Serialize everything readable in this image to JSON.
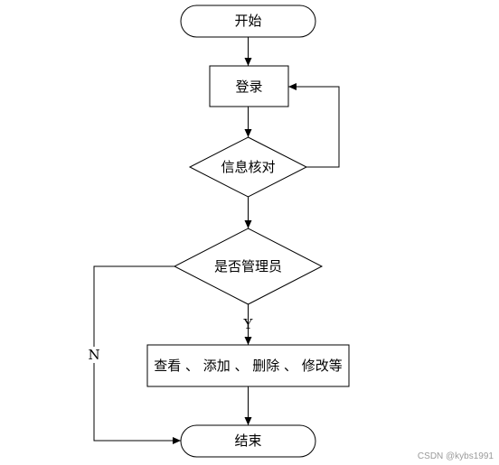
{
  "nodes": {
    "start": "开始",
    "login": "登录",
    "verify": "信息核对",
    "is_admin": "是否管理员",
    "admin_actions": "查看 、 添加 、 删除 、 修改等",
    "end": "结束"
  },
  "edges": {
    "yes": "Y",
    "no": "N"
  },
  "watermark": "CSDN @kybs1991"
}
